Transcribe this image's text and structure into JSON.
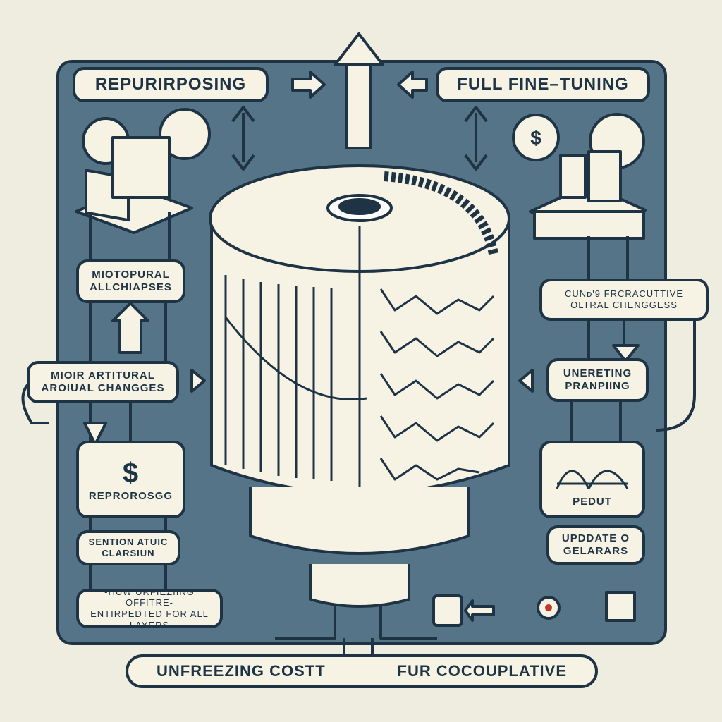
{
  "headers": {
    "left": "REPURIRPOSING",
    "right": "FULL FINE–TUNING"
  },
  "left_column": {
    "box1": [
      "MIOTOPURAL",
      "ALLCHIAPSES"
    ],
    "box2": [
      "MIOIR ARTITURAL",
      "AROIUAL CHANGGES"
    ],
    "box3_symbol": "$",
    "box3_label": "REPRORОSGG",
    "box4": [
      "SENTION ATUIC",
      "CLARSIUN"
    ],
    "box5": [
      "-HUW URFIEZIING OFFITRE-",
      "ENTIRPEDTED FOR ALL LAYERS"
    ]
  },
  "right_column": {
    "coin_symbol": "$",
    "box1": [
      "CUNᴅ'9 FRCRACUTTIVE",
      "OLTRAL CHENGGESS"
    ],
    "box2": [
      "UNERETING",
      "PRANPIING"
    ],
    "box3_label": "PEDUT",
    "box4": [
      "UPDDATE O",
      "GELARARS"
    ]
  },
  "footer": {
    "left": "UNFREEZING COSTT",
    "right": "FUR COCOUPLATIVE"
  },
  "colors": {
    "background": "#efece0",
    "panel": "#557488",
    "box": "#f6f2e4",
    "ink": "#1e3344",
    "accent_red": "#c0392b"
  }
}
